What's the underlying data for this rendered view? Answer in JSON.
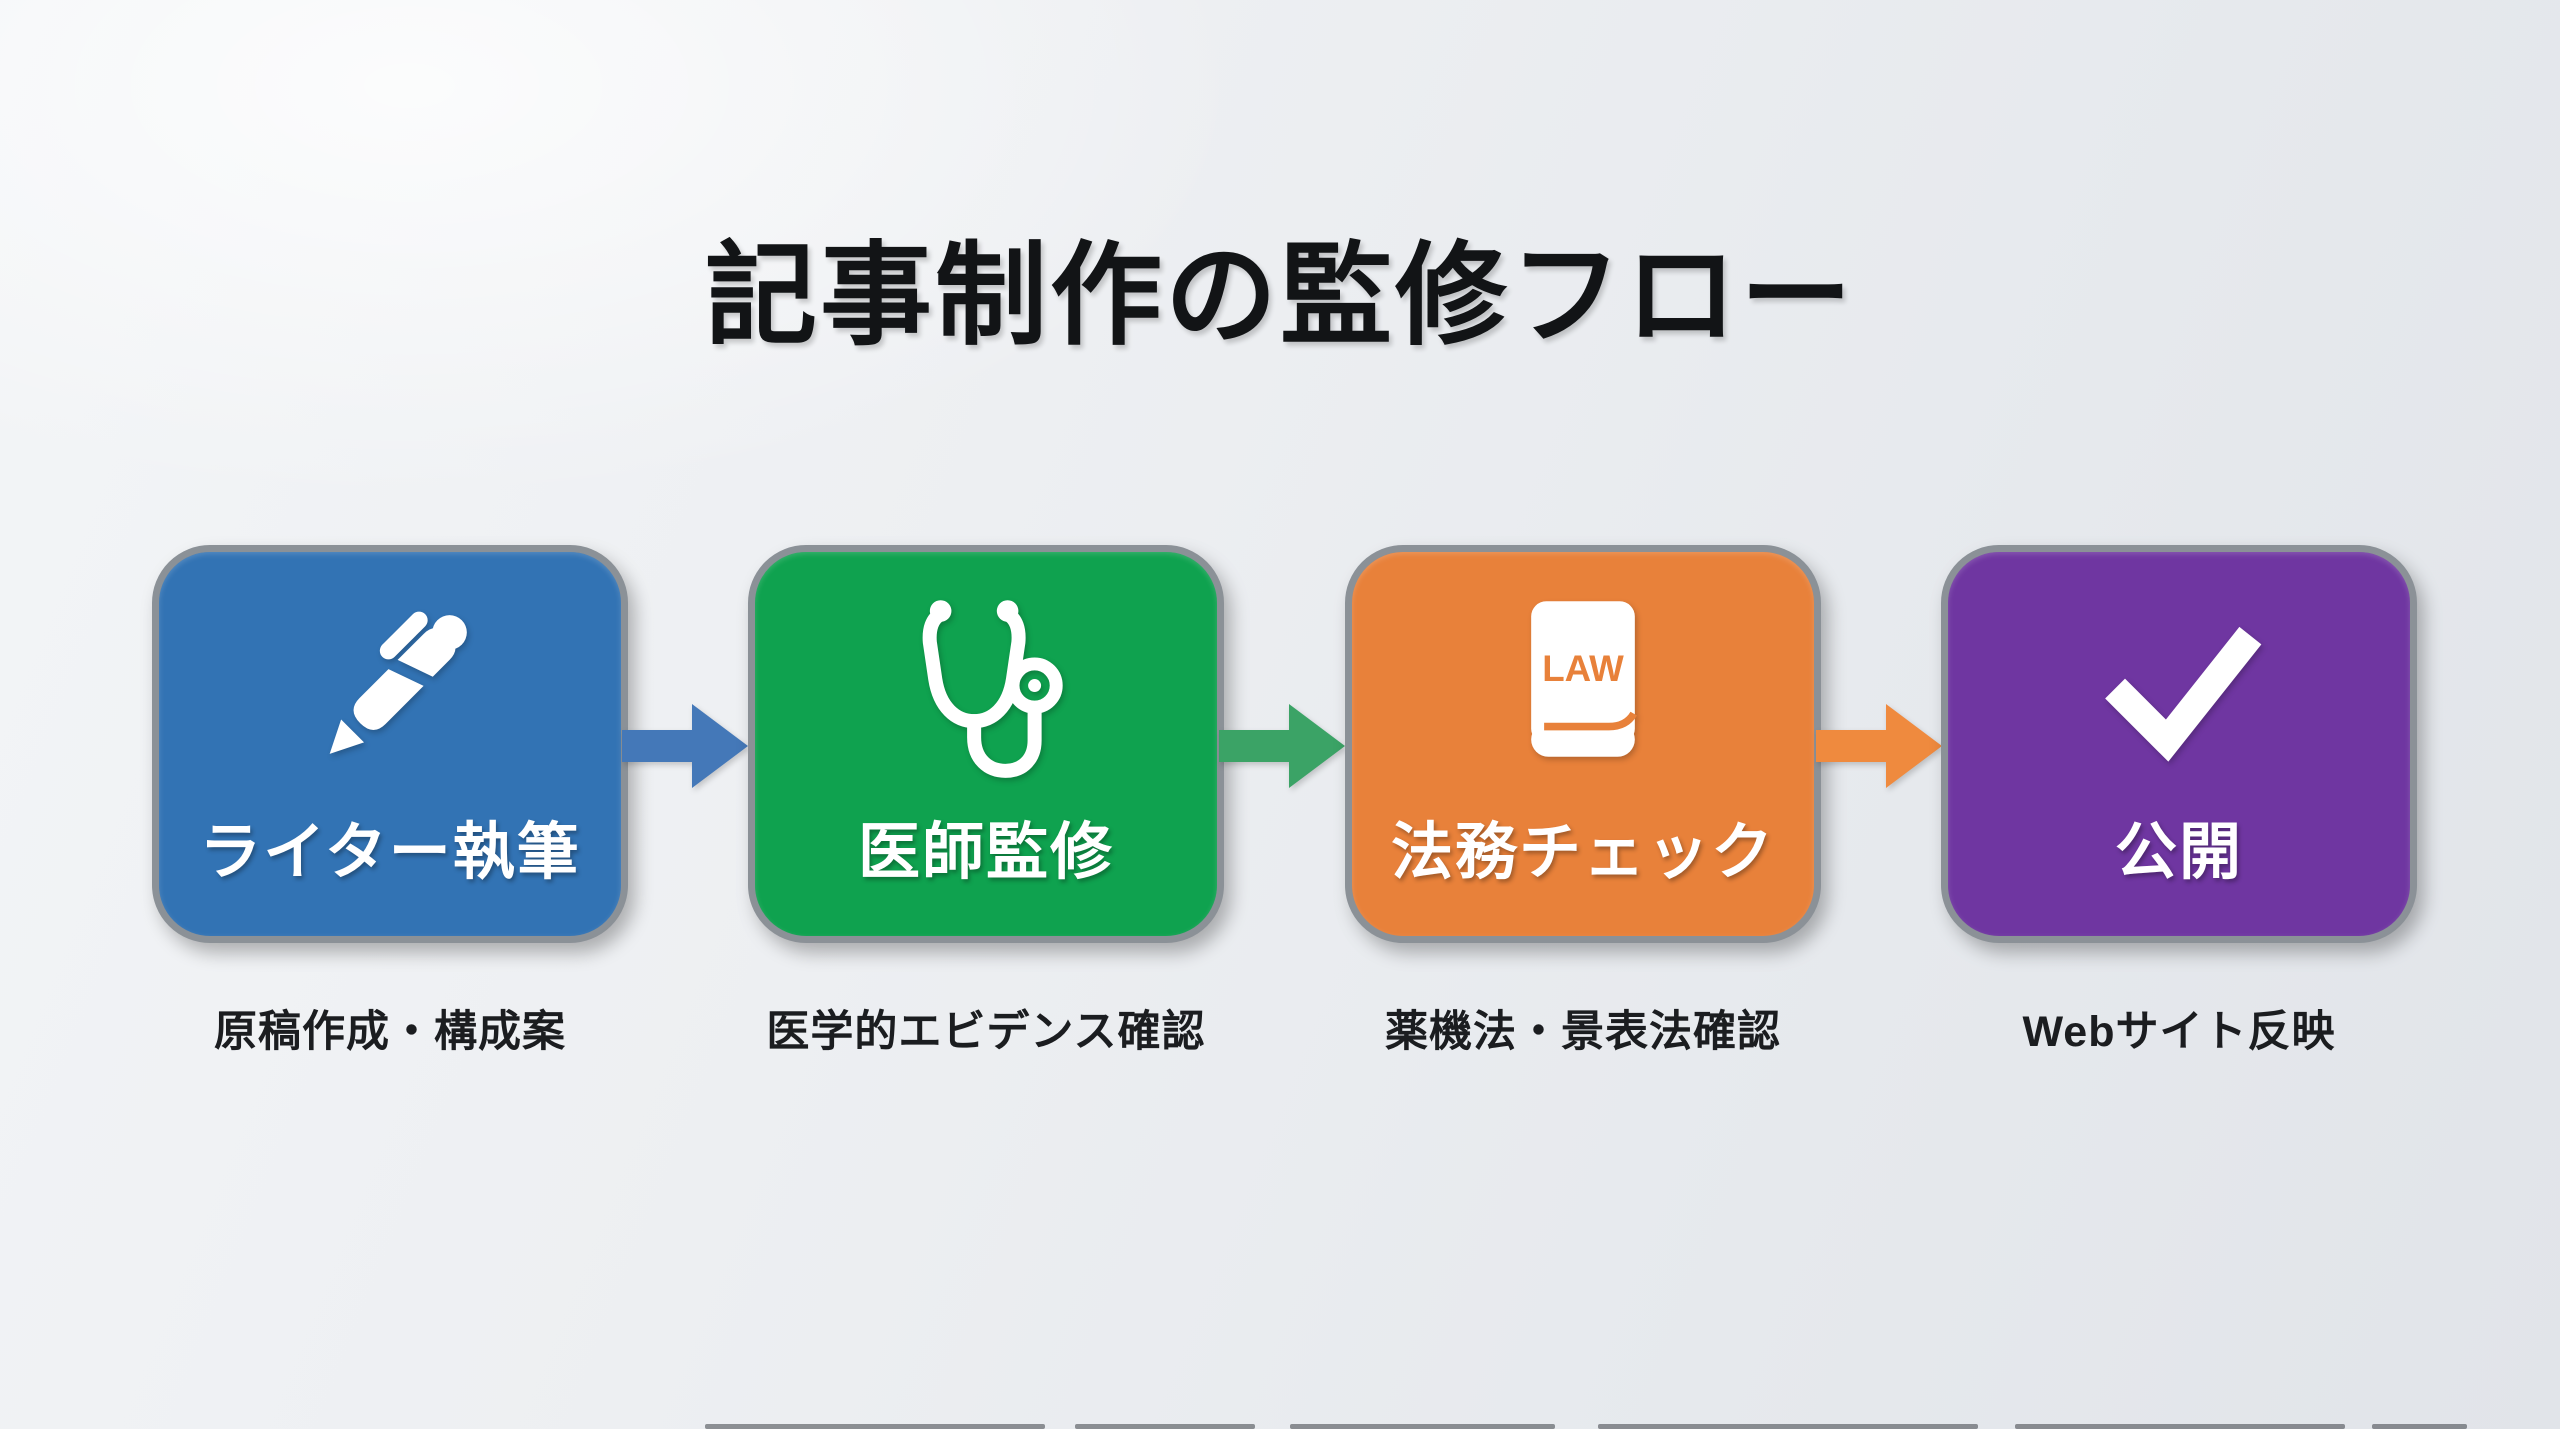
{
  "page": {
    "title": "記事制作の監修フロー"
  },
  "flow": {
    "steps": [
      {
        "id": "writer",
        "label": "ライター執筆",
        "caption": "原稿作成・構成案",
        "color": "#3273b4",
        "icon": "pen-icon"
      },
      {
        "id": "doctor",
        "label": "医師監修",
        "caption": "医学的エビデンス確認",
        "color": "#0fa24f",
        "icon": "stethoscope-icon"
      },
      {
        "id": "legal",
        "label": "法務チェック",
        "caption": "薬機法・景表法確認",
        "color": "#e8813a",
        "icon": "law-book-icon",
        "icon_text": "LAW"
      },
      {
        "id": "publish",
        "label": "公開",
        "caption": "Webサイト反映",
        "color": "#6f36a1",
        "icon": "checkmark-icon"
      }
    ],
    "arrows": [
      {
        "color": "#4478b8"
      },
      {
        "color": "#3ba366"
      },
      {
        "color": "#ef8a3e"
      }
    ]
  }
}
